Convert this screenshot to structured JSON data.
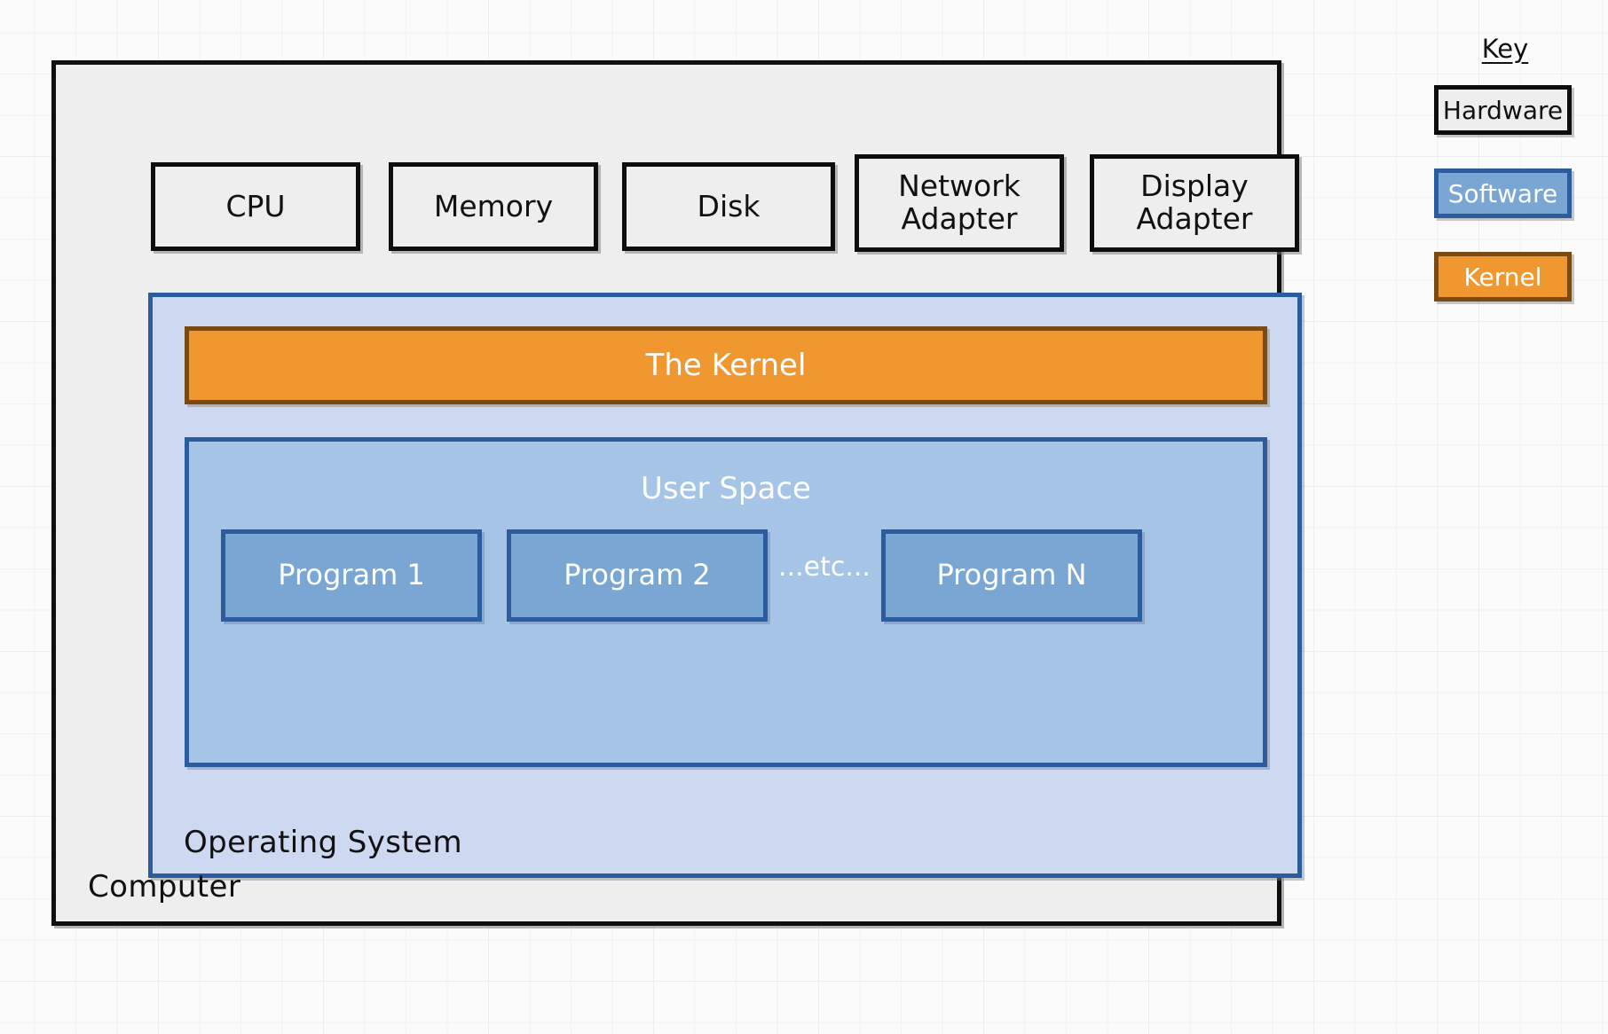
{
  "diagram": {
    "computer": {
      "label": "Computer",
      "hardware": [
        {
          "name": "cpu",
          "label": "CPU"
        },
        {
          "name": "memory",
          "label": "Memory"
        },
        {
          "name": "disk",
          "label": "Disk"
        },
        {
          "name": "network-adapter",
          "label": "Network\nAdapter"
        },
        {
          "name": "display-adapter",
          "label": "Display\nAdapter"
        }
      ],
      "operating_system": {
        "label": "Operating System",
        "kernel": {
          "label": "The Kernel"
        },
        "user_space": {
          "label": "User Space",
          "etc_label": "...etc...",
          "programs": [
            {
              "label": "Program 1"
            },
            {
              "label": "Program 2"
            },
            {
              "label": "Program N"
            }
          ]
        }
      }
    }
  },
  "key": {
    "title": "Key",
    "items": [
      {
        "label": "Hardware",
        "fill": "#eeeeee",
        "border": "#0d0d0d",
        "text": "#111111"
      },
      {
        "label": "Software",
        "fill": "#79a6d2",
        "border": "#2a5c9e",
        "text": "#ffffff"
      },
      {
        "label": "Kernel",
        "fill": "#f0982f",
        "border": "#7a4a12",
        "text": "#ffffff"
      }
    ]
  },
  "colors": {
    "background": "#fbfbfb",
    "grid_line": "#ececec",
    "hardware_fill": "#eeeeee",
    "hardware_border": "#0d0d0d",
    "os_fill": "#ccd9f0",
    "os_border": "#2a5c9e",
    "user_space_fill": "#a6c4e5",
    "program_fill": "#79a6d2",
    "kernel_fill": "#f0982f",
    "kernel_border": "#7a4a12"
  }
}
